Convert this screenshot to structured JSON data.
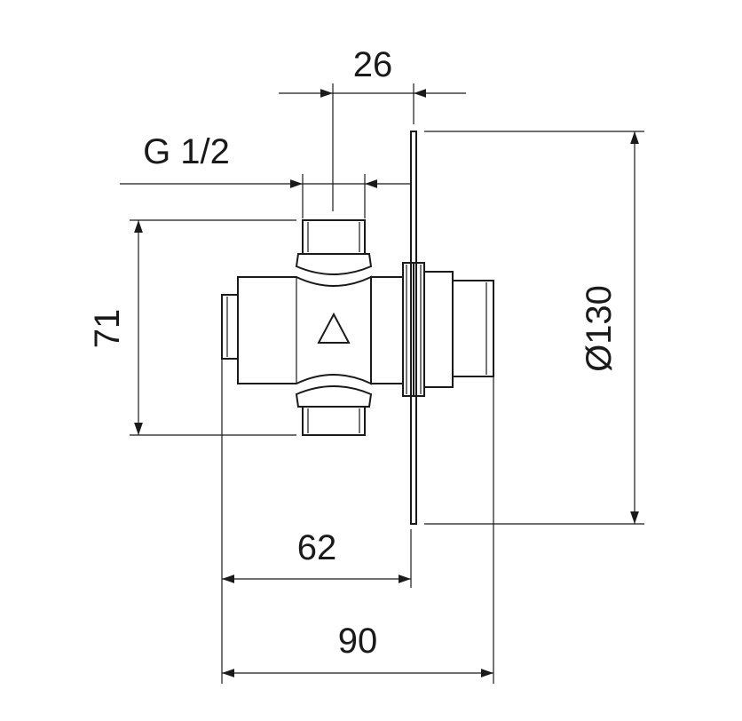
{
  "dimensions": {
    "top_width": "26",
    "thread": "G 1/2",
    "height": "71",
    "plate_diameter": "Ø130",
    "depth_to_plate": "62",
    "overall_depth": "90"
  },
  "colors": {
    "line": "#1a1a1a",
    "background": "#ffffff"
  }
}
